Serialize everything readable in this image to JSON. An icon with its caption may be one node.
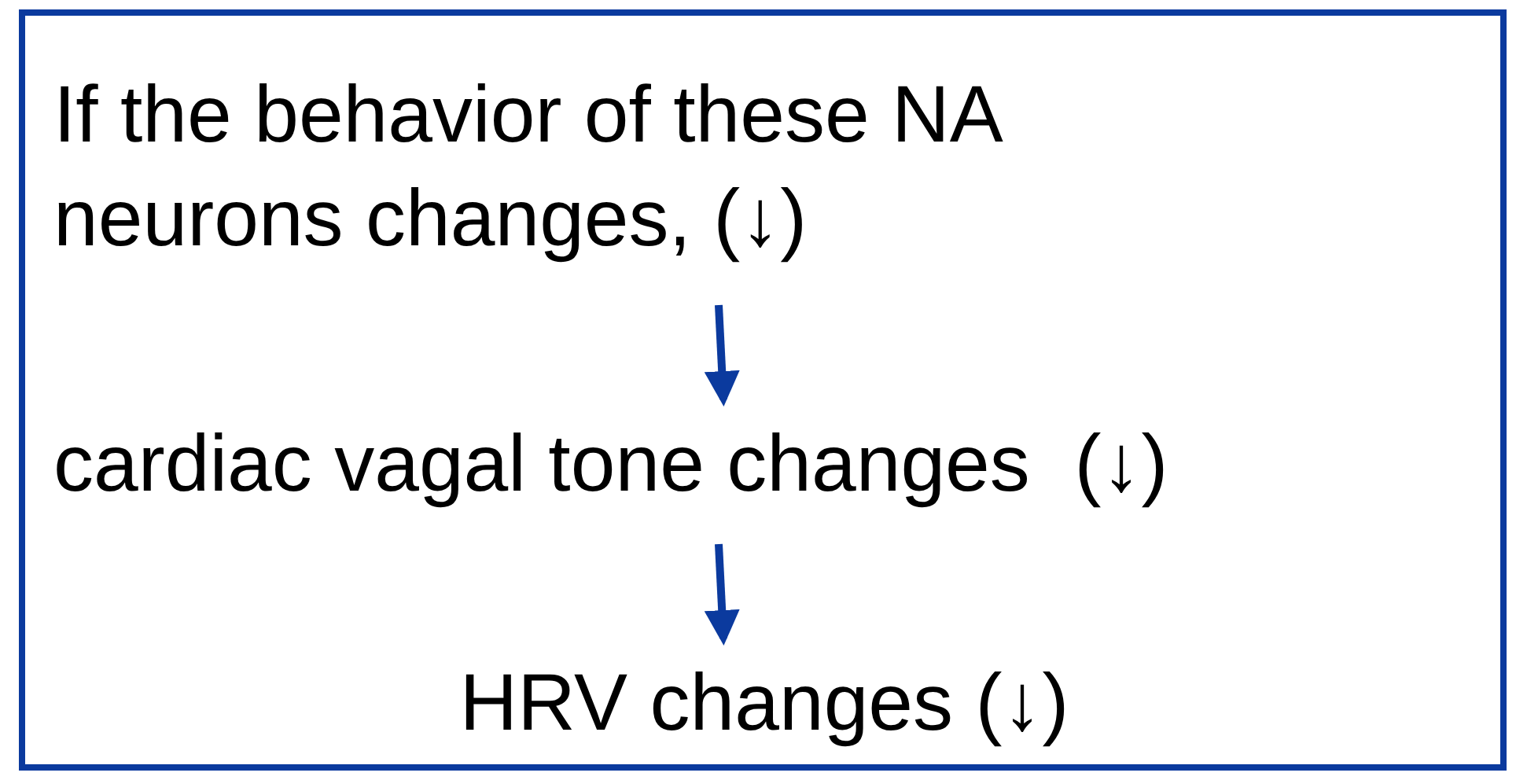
{
  "diagram": {
    "nodes": [
      {
        "text": [],
        "shape": "box"
      },
      {
        "text": [
          "If the behavior of these NA neurons changes, (↓)"
        ],
        "in": 0
      },
      {
        "text": [
          "cardiac vagal tone changes  (↓)"
        ],
        "in": 0
      },
      {
        "text": [
          "HRV changes (↓)"
        ],
        "in": 0
      }
    ],
    "edges": [
      {
        "from": 1,
        "to": 2,
        "arrow": "to"
      },
      {
        "from": 2,
        "to": 3,
        "arrow": "to"
      }
    ]
  }
}
